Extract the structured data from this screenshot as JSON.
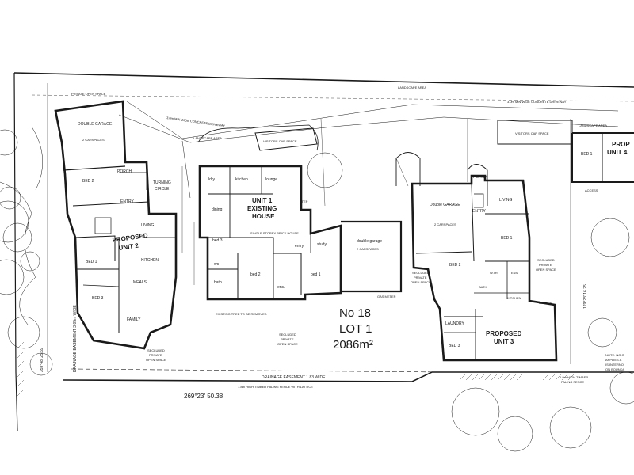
{
  "lot": {
    "number": "No 18",
    "lot": "LOT 1",
    "area": "2086m²"
  },
  "units": {
    "unit1": [
      "UNIT 1",
      "EXISTING",
      "HOUSE"
    ],
    "unit1_note": "SINGLE STOREY BRICK HOUSE",
    "unit2": [
      "PROPOSED",
      "UNIT 2"
    ],
    "unit3": [
      "PROPOSED",
      "UNIT 3"
    ],
    "unit4": [
      "PROP",
      "UNIT 4"
    ]
  },
  "rooms": {
    "double_garage_u2": "DOUBLE GARAGE",
    "double_garage_u3": "Double GARAGE",
    "carspaces": "2 CARSPACES",
    "garage_existing": "double garage",
    "garage_existing_sub": "2 CARSPACES",
    "living": "LIVING",
    "kitchen": "KITCHEN",
    "meals": "MEALS",
    "family": "FAMILY",
    "bed1": "BED 1",
    "bed2": "BED 2",
    "bed3": "BED 3",
    "porch": "PORCH",
    "entry": "ENTRY",
    "laundry": "LAUNDRY",
    "ens": "ENS",
    "wir": "W.I.R",
    "bath": "BATH",
    "ex_kitchen": "kitchen",
    "ex_lounge": "lounge",
    "ex_dining": "dining",
    "ex_bed1": "bed 1",
    "ex_bed2": "bed 2",
    "ex_bed3": "bed 3",
    "ex_bath": "bath",
    "ex_study": "study",
    "ex_entry": "entry",
    "ex_wc": "wc",
    "ex_ens": "ens.",
    "ex_ldry": "ldry"
  },
  "labels": {
    "private_open_space": "PRIVATE OPEN SPACE",
    "landscape_area": "LANDSCAPE AREA",
    "driveway_left": "3.0m MIN WIDE CONCRETE DRIVEWAY",
    "driveway_right": "3.0m MIN WIDE CONCRETE DRIVEWAY",
    "visitors_car_space": "VISITORS CAR SPACE",
    "turning_circle": [
      "TURNING",
      "CIRCLE"
    ],
    "secluded_pos": [
      "SECLUDED",
      "PRIVATE",
      "OPEN SPACE"
    ],
    "drainage_left": "DRAINAGE EASEMENT 3.05m WIDE",
    "drainage_bottom": "DRAINAGE EASEMENT 1.83 WIDE",
    "fence": "1.8m HIGH TIMBER PALING FENCE WITH LATTICE",
    "fence_right": [
      "1.8m HIGH TIMBER",
      "PALING FENCE"
    ],
    "gas_meter": "GAS METER",
    "access": "ACCESS",
    "stair": "STEP",
    "existing_tree": "EXISTING TREE TO BE REMOVED",
    "boundary_bottom": "269°23'  50.38",
    "boundary_left": "359°48'  23.69",
    "boundary_right": "179°23'  16.25",
    "note": [
      "NOTE: NO O",
      "APPLIES A",
      "IS INTERNO",
      "ON BOUNDA"
    ]
  },
  "colors": {
    "ink": "#1a1a1a",
    "paper": "#ffffff",
    "hatch": "#555555"
  }
}
